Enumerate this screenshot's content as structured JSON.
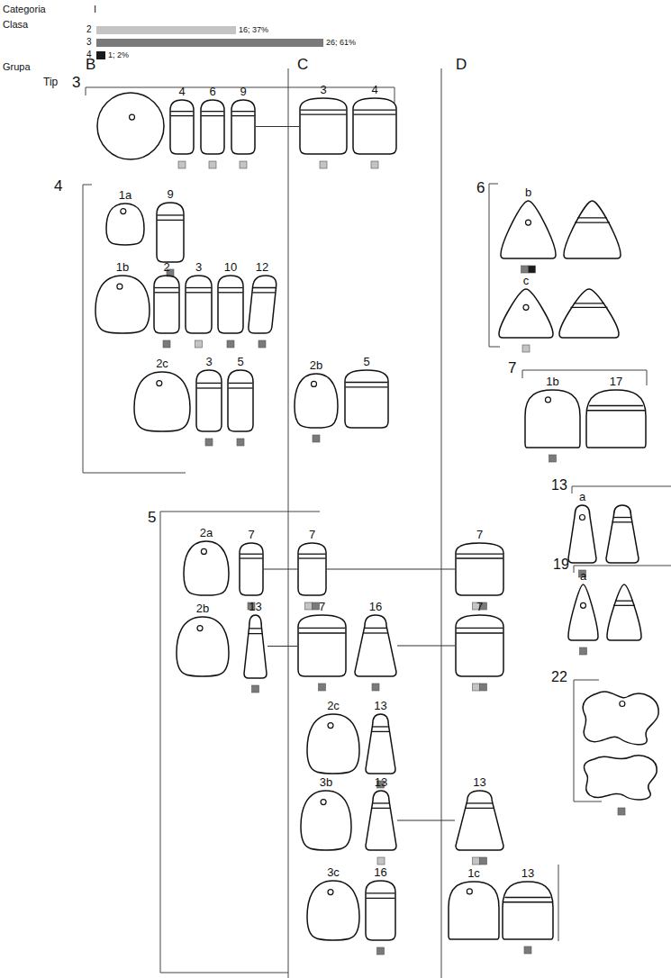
{
  "diagram": {
    "nodes": [
      {
        "text": [
          "4"
        ]
      },
      {
        "text": [
          "6"
        ]
      },
      {
        "text": [
          "9"
        ]
      },
      {
        "text": [
          "3"
        ]
      },
      {
        "text": [
          "4"
        ]
      },
      {
        "text": [
          "1a"
        ]
      },
      {
        "text": [
          "9"
        ]
      },
      {
        "text": [
          "1b"
        ]
      },
      {
        "text": [
          "2"
        ]
      },
      {
        "text": [
          "3"
        ]
      },
      {
        "text": [
          "10"
        ]
      },
      {
        "text": [
          "12"
        ]
      },
      {
        "text": [
          "2c"
        ]
      },
      {
        "text": [
          "3"
        ]
      },
      {
        "text": [
          "5"
        ]
      },
      {
        "text": [
          "2b"
        ]
      },
      {
        "text": [
          "5"
        ]
      },
      {
        "text": [
          "2a"
        ]
      },
      {
        "text": [
          "7"
        ]
      },
      {
        "text": [
          "7"
        ]
      },
      {
        "text": [
          "7"
        ]
      },
      {
        "text": [
          "2b"
        ]
      },
      {
        "text": [
          "13"
        ]
      },
      {
        "text": [
          "7"
        ]
      },
      {
        "text": [
          "16"
        ]
      },
      {
        "text": [
          "7"
        ]
      },
      {
        "text": [
          "2c"
        ]
      },
      {
        "text": [
          "13"
        ]
      },
      {
        "text": [
          "3b"
        ]
      },
      {
        "text": [
          "13"
        ]
      },
      {
        "text": [
          "13"
        ]
      },
      {
        "text": [
          "3c"
        ]
      },
      {
        "text": [
          "16"
        ]
      },
      {
        "text": [
          "1c"
        ]
      },
      {
        "text": [
          "13"
        ]
      },
      {
        "text": [
          "b"
        ]
      },
      {
        "text": [
          "c"
        ]
      },
      {
        "text": [
          "1b"
        ]
      },
      {
        "text": [
          "17"
        ]
      },
      {
        "text": [
          "a"
        ]
      },
      {
        "text": [
          "a"
        ]
      }
    ],
    "edges": [
      {
        "from": 2,
        "to": 3,
        "arrow": "none"
      },
      {
        "from": 18,
        "to": 19,
        "arrow": "none"
      },
      {
        "from": 19,
        "to": 20,
        "arrow": "none"
      },
      {
        "from": 22,
        "to": 23,
        "arrow": "none"
      },
      {
        "from": 24,
        "to": 25,
        "arrow": "none"
      },
      {
        "from": 29,
        "to": 30,
        "arrow": "none"
      }
    ],
    "labels": [
      "Categoria",
      "I",
      "Clasa",
      "2",
      "3",
      "4",
      "Grupa",
      "B",
      "C",
      "D",
      "Tip",
      "3",
      "4",
      "5",
      "6",
      "7",
      "13",
      "19",
      "22"
    ],
    "legend": [
      {
        "text": "16; 37%",
        "color": "#c4c4c4"
      },
      {
        "text": "26; 61%",
        "color": "#7a7a7a"
      },
      {
        "text": "1; 2%",
        "color": "#1a1a1a"
      }
    ]
  }
}
